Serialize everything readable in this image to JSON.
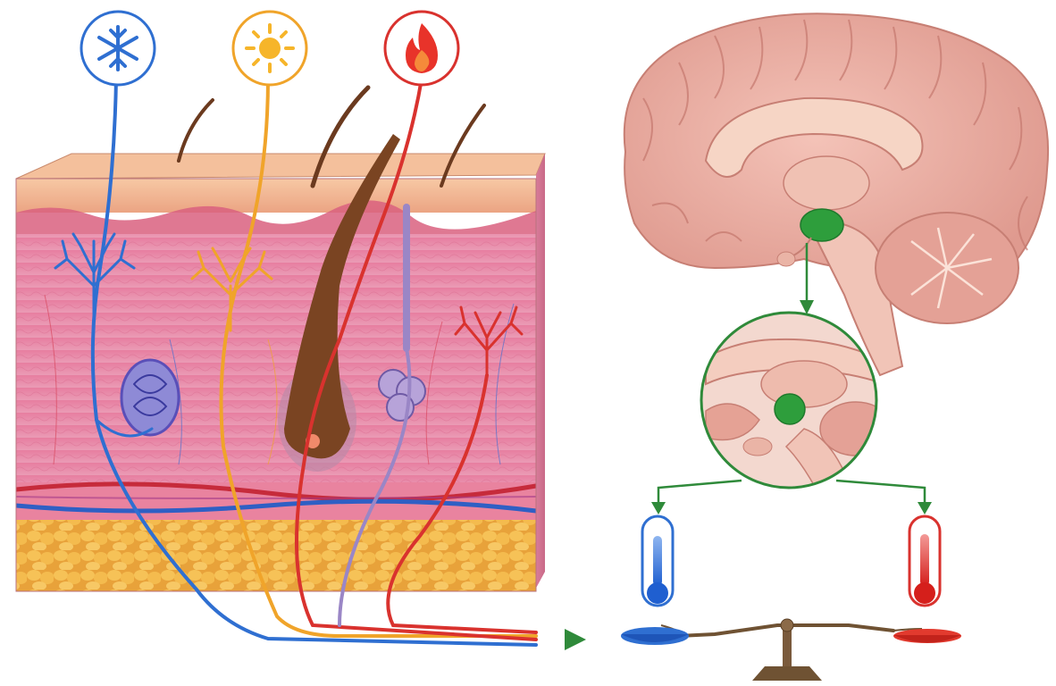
{
  "illustration": {
    "text_labels": []
  },
  "receptors": [
    {
      "name": "cold",
      "icon": "snowflake-icon",
      "color": "#2f6fd1"
    },
    {
      "name": "warm",
      "icon": "sun-icon",
      "color": "#f0a42a"
    },
    {
      "name": "hot",
      "icon": "flame-icon",
      "color": "#d9322e"
    }
  ],
  "colors": {
    "cold": "#2f6fd1",
    "warm": "#f0a42a",
    "hot": "#d9322e",
    "signal": "#2f8a3a",
    "hypothalamus": "#2e9e3c",
    "skin_epidermis": "#f0b48e",
    "skin_dermis": "#e98fae",
    "fat": "#f2b94a",
    "brain": "#e9a9a0",
    "scale": "#7a5a3c"
  },
  "balance": {
    "left": "cold-thermometer",
    "right": "hot-thermometer"
  }
}
